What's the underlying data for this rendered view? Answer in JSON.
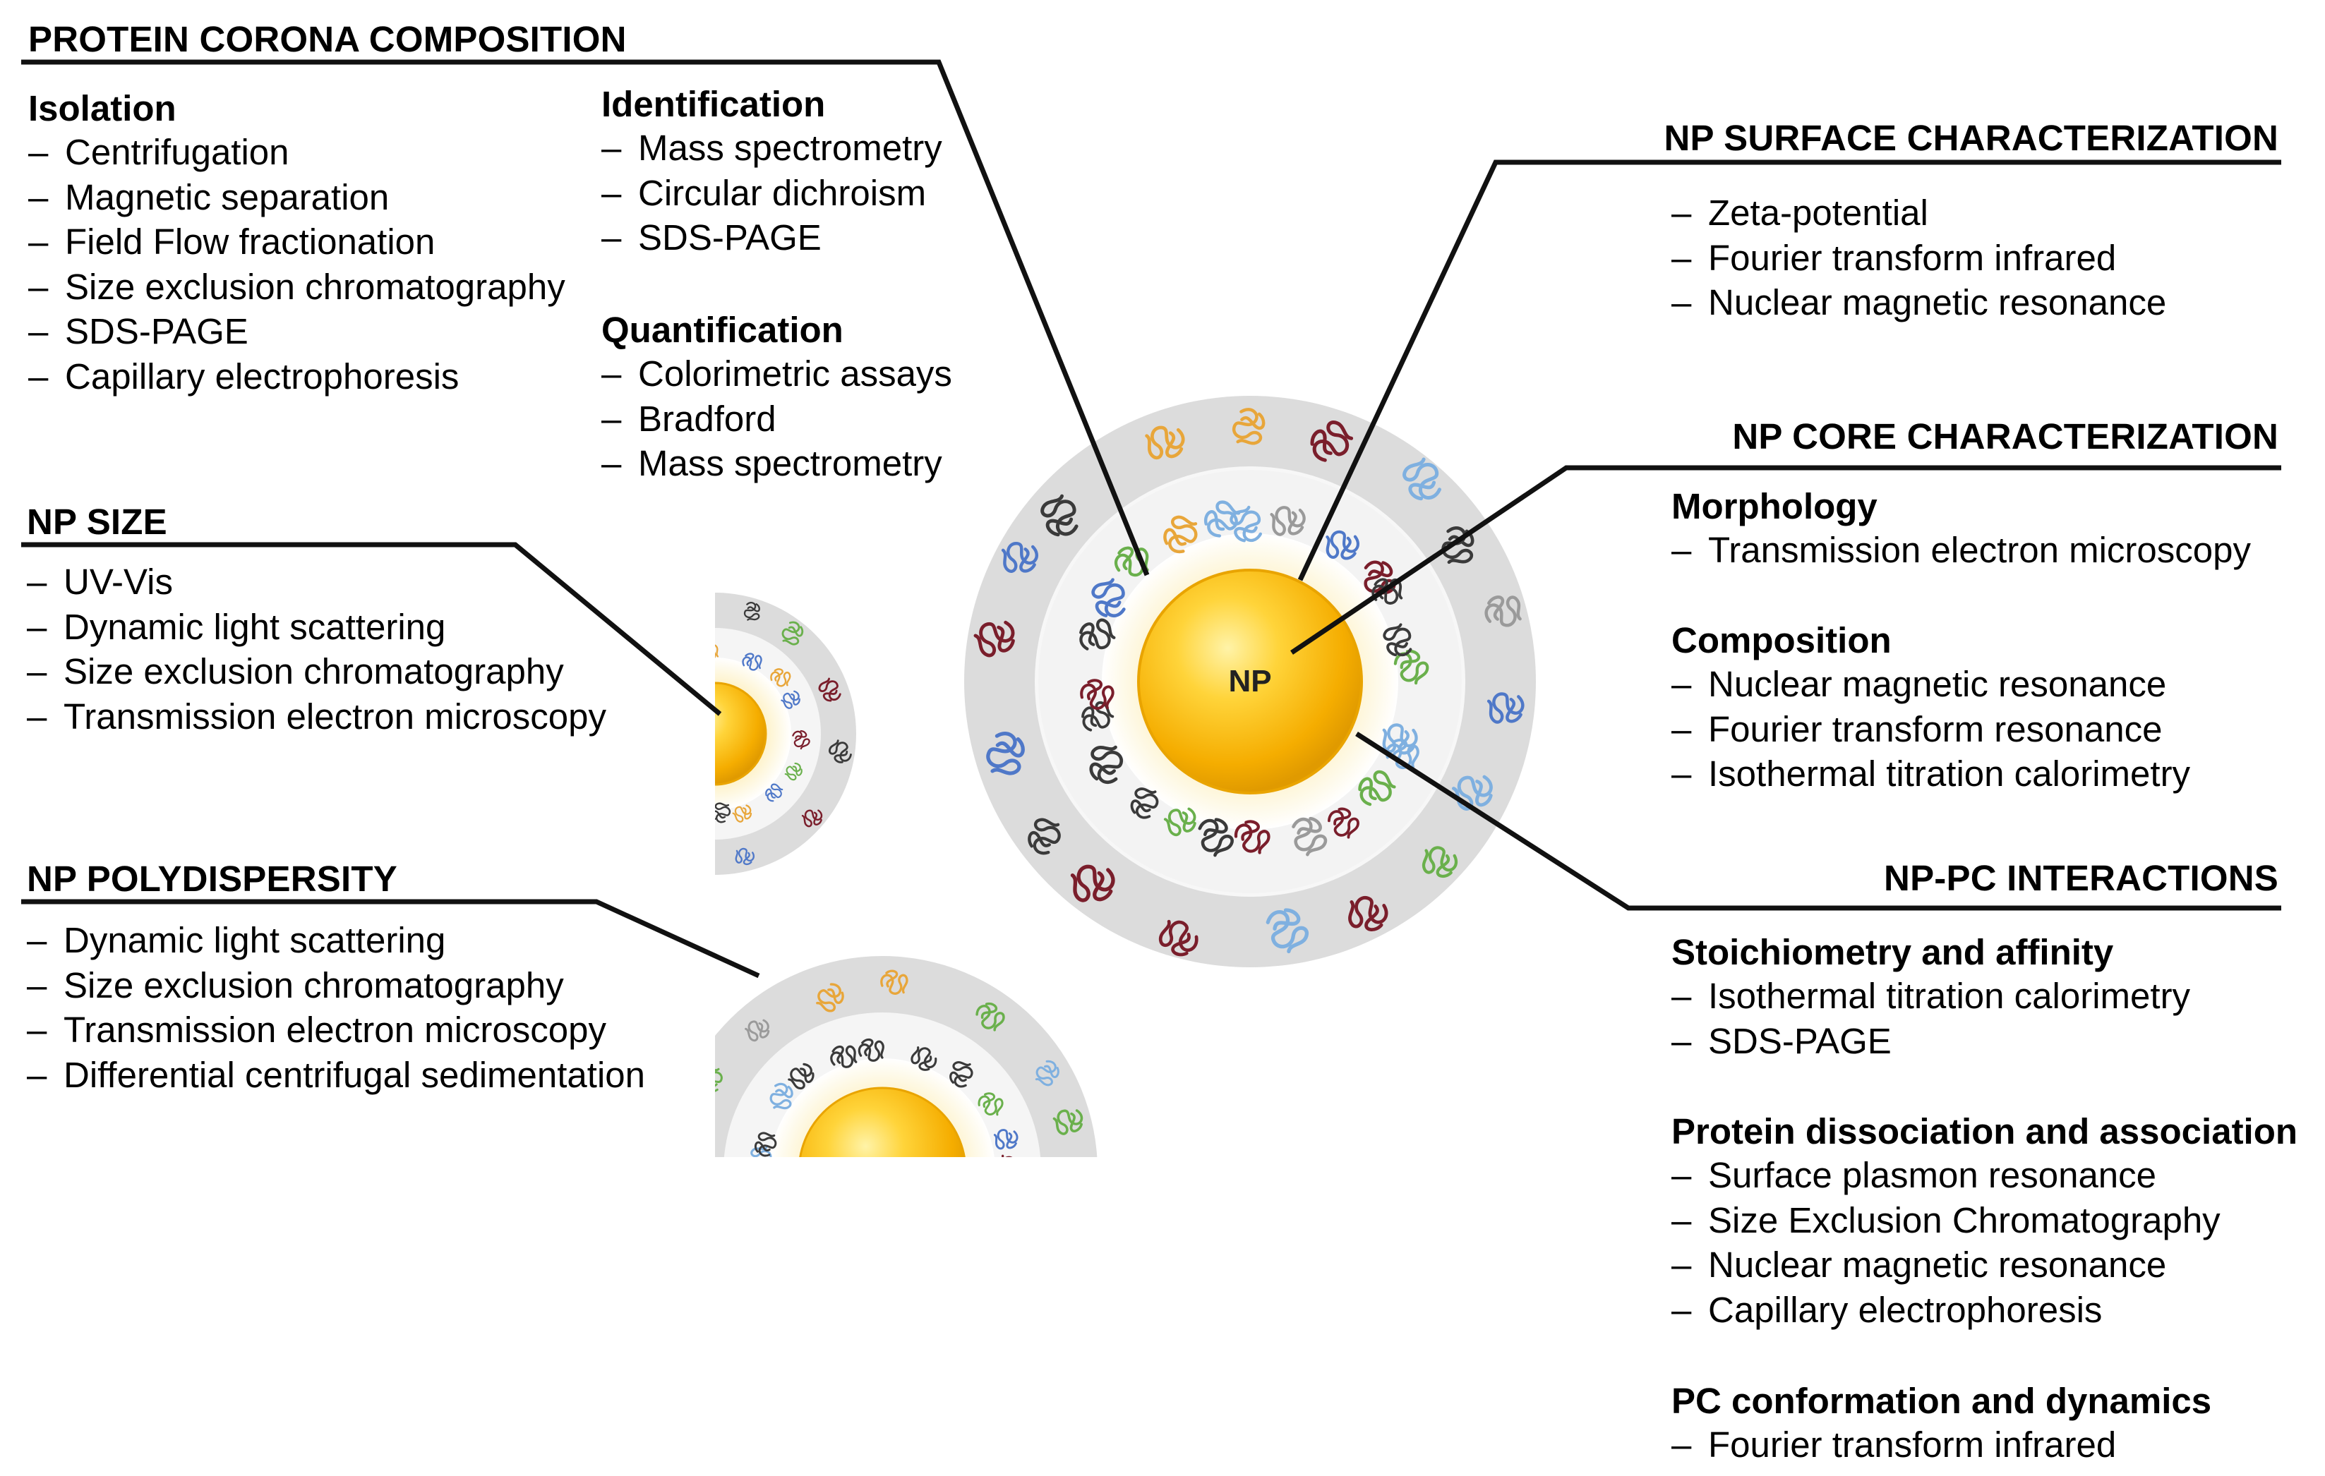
{
  "nanoparticle_label": "NP",
  "sections": {
    "corona": {
      "title": "PROTEIN CORONA COMPOSITION",
      "isolation": {
        "title": "Isolation",
        "items": [
          "Centrifugation",
          "Magnetic separation",
          "Field Flow fractionation",
          "Size exclusion chromatography",
          "SDS-PAGE",
          "Capillary electrophoresis"
        ]
      },
      "identification": {
        "title": "Identification",
        "items": [
          "Mass spectrometry",
          "Circular dichroism",
          "SDS-PAGE"
        ]
      },
      "quantification": {
        "title": "Quantification",
        "items": [
          "Colorimetric assays",
          "Bradford",
          "Mass spectrometry"
        ]
      }
    },
    "size": {
      "title": "NP SIZE",
      "items": [
        "UV-Vis",
        "Dynamic light scattering",
        "Size exclusion chromatography",
        "Transmission electron microscopy"
      ]
    },
    "polydispersity": {
      "title": "NP POLYDISPERSITY",
      "items": [
        "Dynamic light scattering",
        "Size exclusion chromatography",
        "Transmission electron microscopy",
        "Differential centrifugal sedimentation"
      ]
    },
    "surface": {
      "title": "NP SURFACE CHARACTERIZATION",
      "items": [
        "Zeta-potential",
        "Fourier transform infrared",
        "Nuclear magnetic resonance"
      ]
    },
    "core": {
      "title": "NP CORE CHARACTERIZATION",
      "morphology": {
        "title": "Morphology",
        "items": [
          "Transmission electron microscopy"
        ]
      },
      "composition": {
        "title": "Composition",
        "items": [
          "Nuclear magnetic resonance",
          "Fourier transform resonance",
          "Isothermal titration calorimetry"
        ]
      }
    },
    "interactions": {
      "title": "NP-PC INTERACTIONS",
      "stoichiometry": {
        "title": "Stoichiometry and affinity",
        "items": [
          "Isothermal titration calorimetry",
          "SDS-PAGE"
        ]
      },
      "dissociation": {
        "title": "Protein dissociation and association",
        "items": [
          "Surface plasmon resonance",
          "Size Exclusion Chromatography",
          "Nuclear magnetic resonance",
          "Capillary electrophoresis"
        ]
      },
      "conformation": {
        "title": "PC conformation and dynamics",
        "items": [
          "Fourier transform infrared"
        ]
      }
    }
  },
  "colors": {
    "core_gold": "#f7b500",
    "core_highlight": "#ffe88a",
    "core_glow": "#fdf2c8",
    "hard_corona": "#efefef",
    "soft_corona": "#d9d9d9",
    "protein_colors": [
      "#4f78c8",
      "#7a1e2b",
      "#3a3a3a",
      "#e8a63a",
      "#6ab04c",
      "#9a9a9a",
      "#7fb0e0"
    ]
  }
}
